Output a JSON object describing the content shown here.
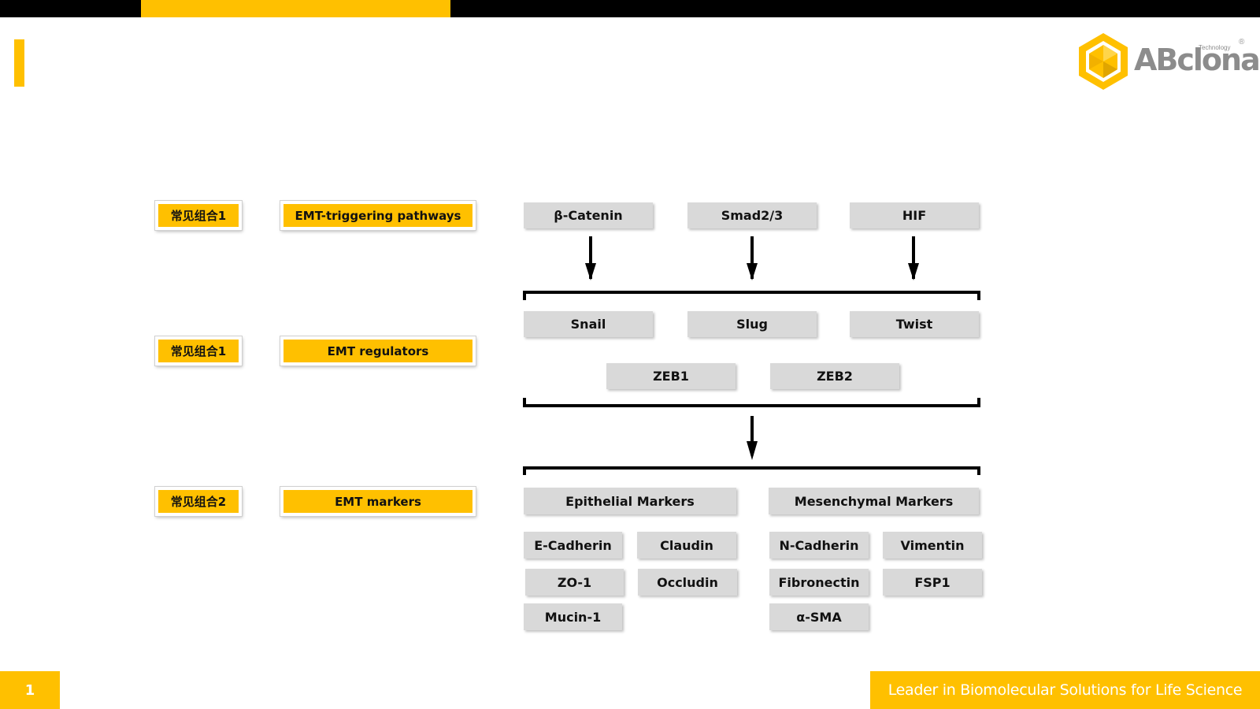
{
  "branding": {
    "logo_word": "ABclonal",
    "logo_sub": "Technology",
    "logo_mark": "®",
    "brand_color": "#FFC000"
  },
  "rows": [
    {
      "tag": "常见组合1",
      "category": "EMT-triggering pathways"
    },
    {
      "tag": "常见组合1",
      "category": "EMT regulators"
    },
    {
      "tag": "常见组合2",
      "category": "EMT markers"
    }
  ],
  "pathways": [
    "β-Catenin",
    "Smad2/3",
    "HIF"
  ],
  "regulators": {
    "row1": [
      "Snail",
      "Slug",
      "Twist"
    ],
    "row2": [
      "ZEB1",
      "ZEB2"
    ]
  },
  "markers": {
    "epithelial": {
      "label": "Epithelial Markers",
      "items": [
        "E-Cadherin",
        "Claudin",
        "ZO-1",
        "Occludin",
        "Mucin-1"
      ]
    },
    "mesenchymal": {
      "label": "Mesenchymal Markers",
      "items": [
        "N-Cadherin",
        "Vimentin",
        "Fibronectin",
        "FSP1",
        "α-SMA"
      ]
    }
  },
  "footer": {
    "page_number": "1",
    "tagline": "Leader in Biomolecular Solutions for Life Science"
  }
}
